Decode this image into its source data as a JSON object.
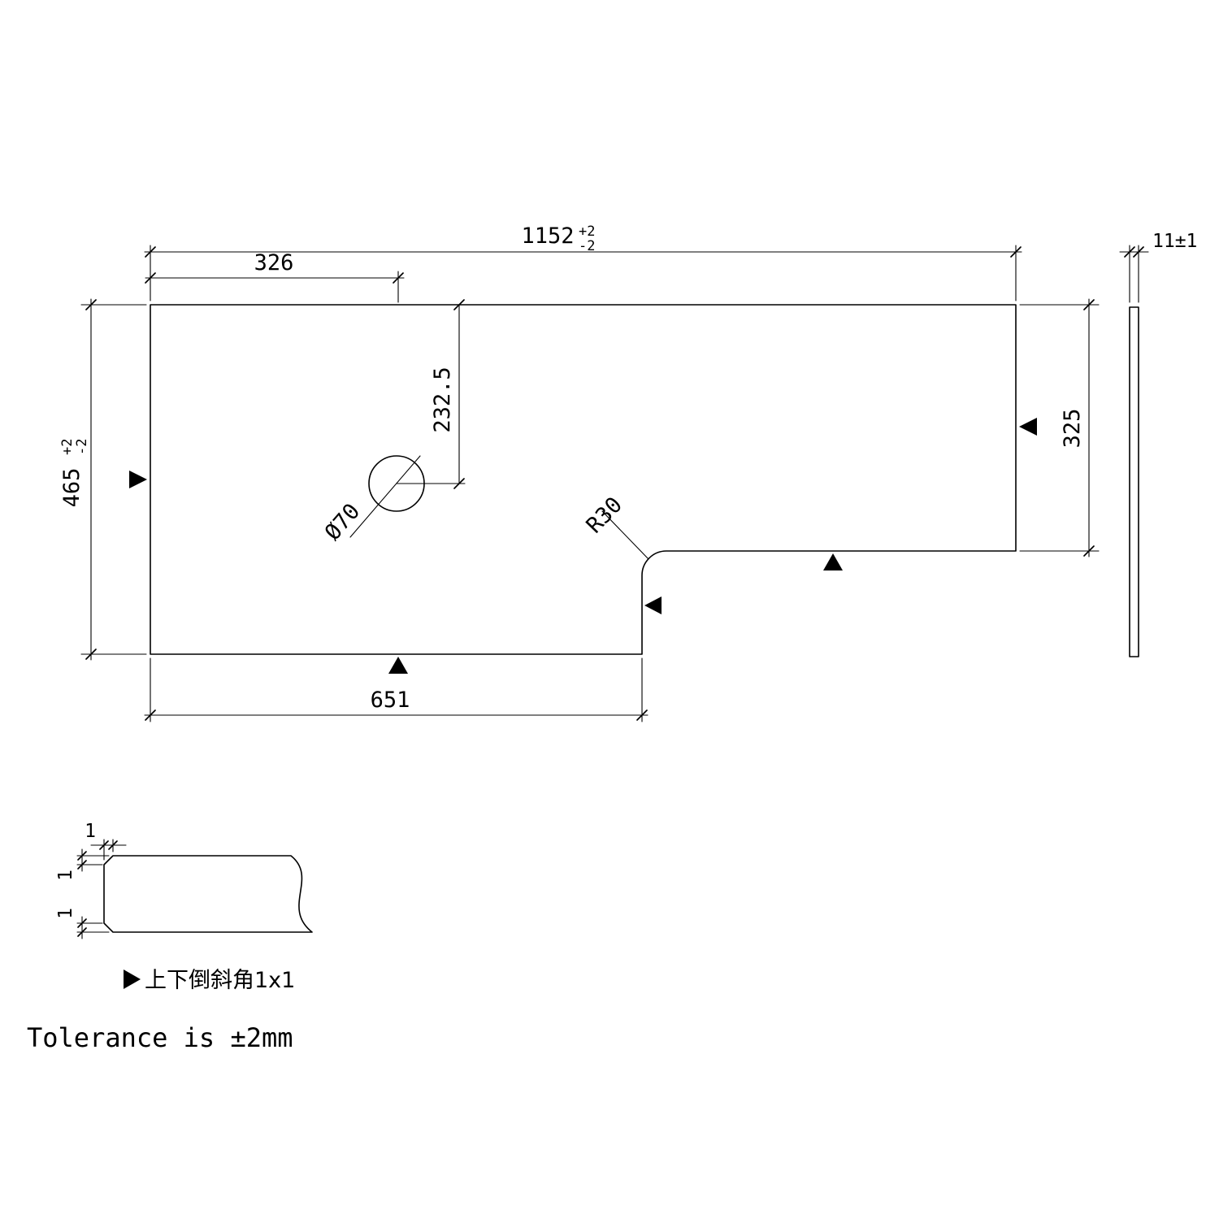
{
  "dims": {
    "overall_width": "1152",
    "overall_width_tol_plus": "+2",
    "overall_width_tol_minus": "-2",
    "hole_center_from_left": "326",
    "hole_center_from_top": "232.5",
    "overall_depth": "465",
    "overall_depth_tol_plus": "+2",
    "overall_depth_tol_minus": "-2",
    "right_section_depth": "325",
    "bottom_section_width": "651",
    "hole_diameter": "Ø70",
    "corner_radius": "R30",
    "thickness": "11±1"
  },
  "detail": {
    "chamfer_width": "1",
    "chamfer_top_height": "1",
    "chamfer_bottom_height": "1",
    "note": "上下倒斜角1x1"
  },
  "notes": {
    "tolerance": "Tolerance is ±2mm"
  },
  "colors": {
    "line": "#000000",
    "background": "#ffffff"
  }
}
